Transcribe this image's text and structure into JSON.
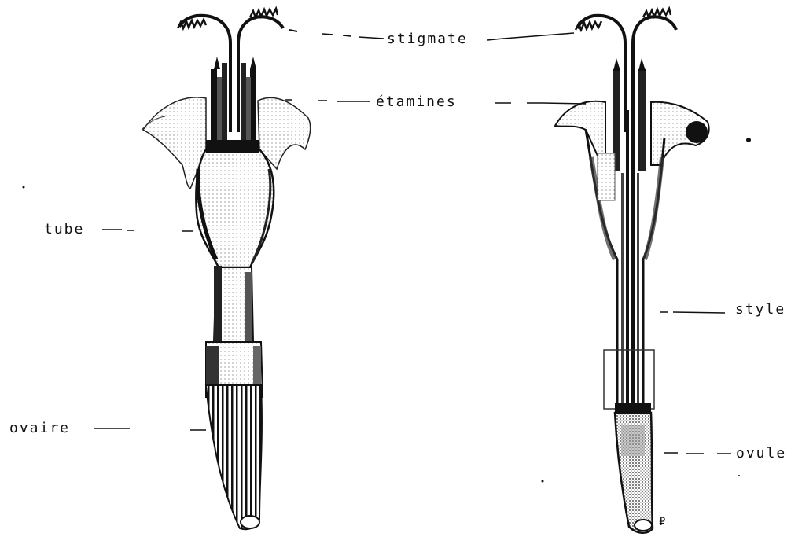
{
  "labels": {
    "stigmate": "stigmate",
    "etamines": "étamines",
    "tube": "tube",
    "ovaire": "ovaire",
    "style": "style",
    "ovule": "ovule"
  },
  "glyphs": {
    "corner_mark": "₽"
  },
  "colors": {
    "ink": "#111111",
    "shade": "#555555",
    "light": "#d8d8d8",
    "ovule_fill": "#9a9a9a"
  }
}
